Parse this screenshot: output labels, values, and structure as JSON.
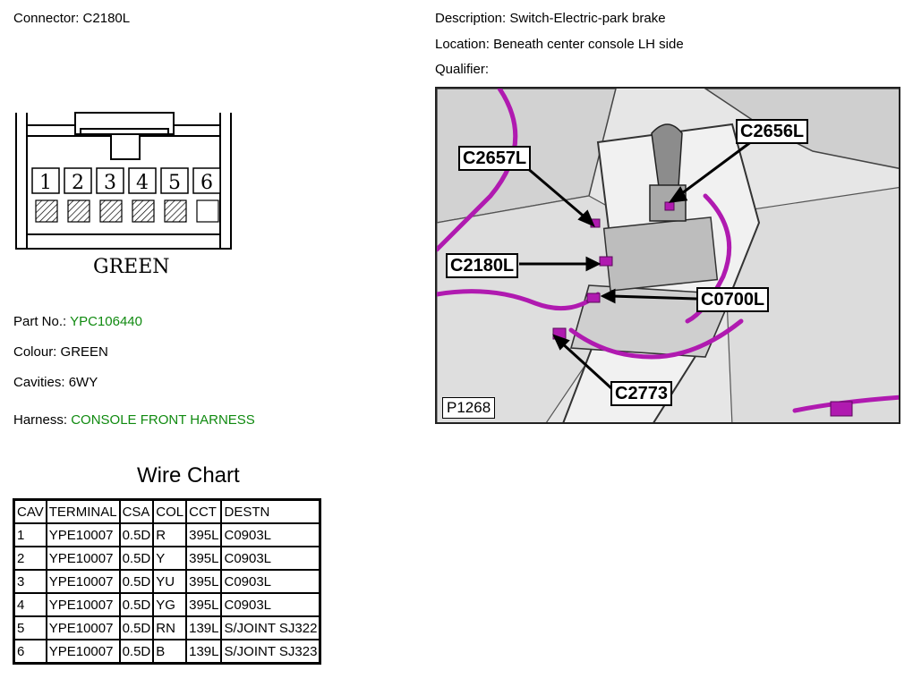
{
  "connector": {
    "label": "Connector:",
    "value": "C2180L"
  },
  "description": {
    "label": "Description:",
    "value": "Switch-Electric-park brake"
  },
  "location": {
    "label": "Location:",
    "value": "Beneath center console LH side"
  },
  "qualifier": {
    "label": "Qualifier:",
    "value": ""
  },
  "part_no": {
    "label": "Part No.:",
    "value": "YPC106440"
  },
  "colour": {
    "label": "Colour:",
    "value": "GREEN"
  },
  "cavities": {
    "label": "Cavities:",
    "value": "6WY"
  },
  "harness": {
    "label": "Harness:",
    "value": "CONSOLE FRONT HARNESS"
  },
  "connector_drawing": {
    "color_label": "GREEN",
    "pins": [
      "1",
      "2",
      "3",
      "4",
      "5",
      "6"
    ]
  },
  "colors": {
    "link_green": "#108a10",
    "harness_magenta": "#b01ab0"
  },
  "wire_chart": {
    "title": "Wire Chart",
    "headers": [
      "CAV",
      "TERMINAL",
      "CSA",
      "COL",
      "CCT",
      "DESTN"
    ],
    "rows": [
      [
        "1",
        "YPE10007",
        "0.5D",
        "R",
        "395L",
        "C0903L"
      ],
      [
        "2",
        "YPE10007",
        "0.5D",
        "Y",
        "395L",
        "C0903L"
      ],
      [
        "3",
        "YPE10007",
        "0.5D",
        "YU",
        "395L",
        "C0903L"
      ],
      [
        "4",
        "YPE10007",
        "0.5D",
        "YG",
        "395L",
        "C0903L"
      ],
      [
        "5",
        "YPE10007",
        "0.5D",
        "RN",
        "139L",
        "S/JOINT SJ322"
      ],
      [
        "6",
        "YPE10007",
        "0.5D",
        "B",
        "139L",
        "S/JOINT SJ323"
      ]
    ]
  },
  "location_image": {
    "callouts": [
      "C2656L",
      "C2657L",
      "C2180L",
      "C0700L",
      "C2773"
    ],
    "image_ref": "P1268"
  }
}
